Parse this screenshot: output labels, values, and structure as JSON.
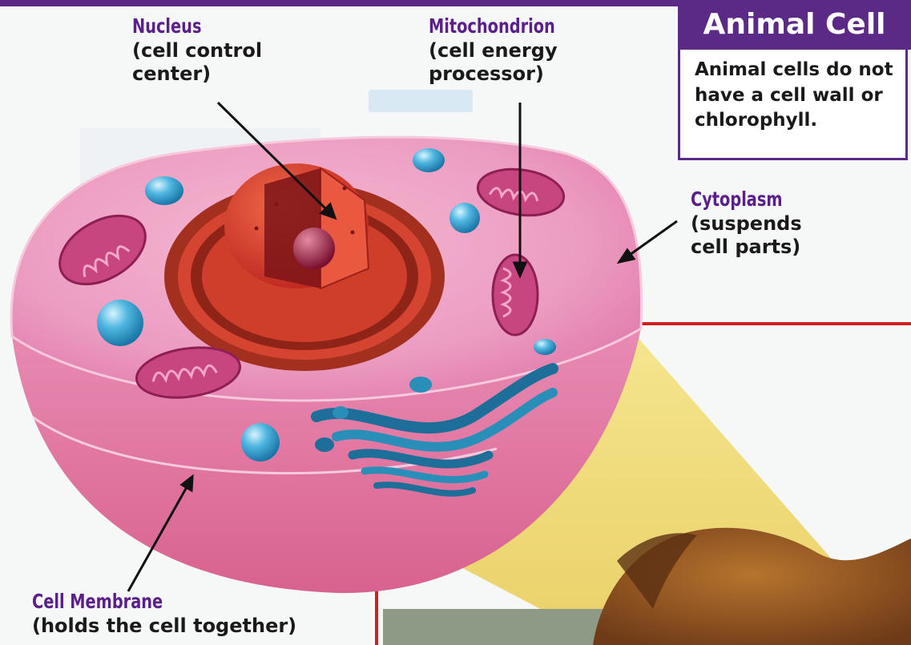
{
  "title": "Animal Cell",
  "info": [
    "Animal cells do not",
    "have a cell wall or",
    "chlorophyll."
  ],
  "labels": {
    "nucleus": {
      "term": "Nucleus",
      "desc": [
        "(cell control",
        "center)"
      ]
    },
    "mitochondrion": {
      "term": "Mitochondrion",
      "desc": [
        "(cell energy",
        "processor)"
      ]
    },
    "cytoplasm": {
      "term": "Cytoplasm",
      "desc": [
        "(suspends",
        "cell parts)"
      ]
    },
    "membrane": {
      "term": "Cell Membrane",
      "desc": [
        "(holds the cell together)"
      ]
    }
  },
  "colors": {
    "accent": "#5b2a86",
    "membrane": "#e88bb3",
    "nucleus": "#d63a2c",
    "mitochondria": "#c8467f",
    "golgi": "#2a8fb8",
    "vesicle": "#3aa7d6",
    "rule": "#d41e1e"
  }
}
